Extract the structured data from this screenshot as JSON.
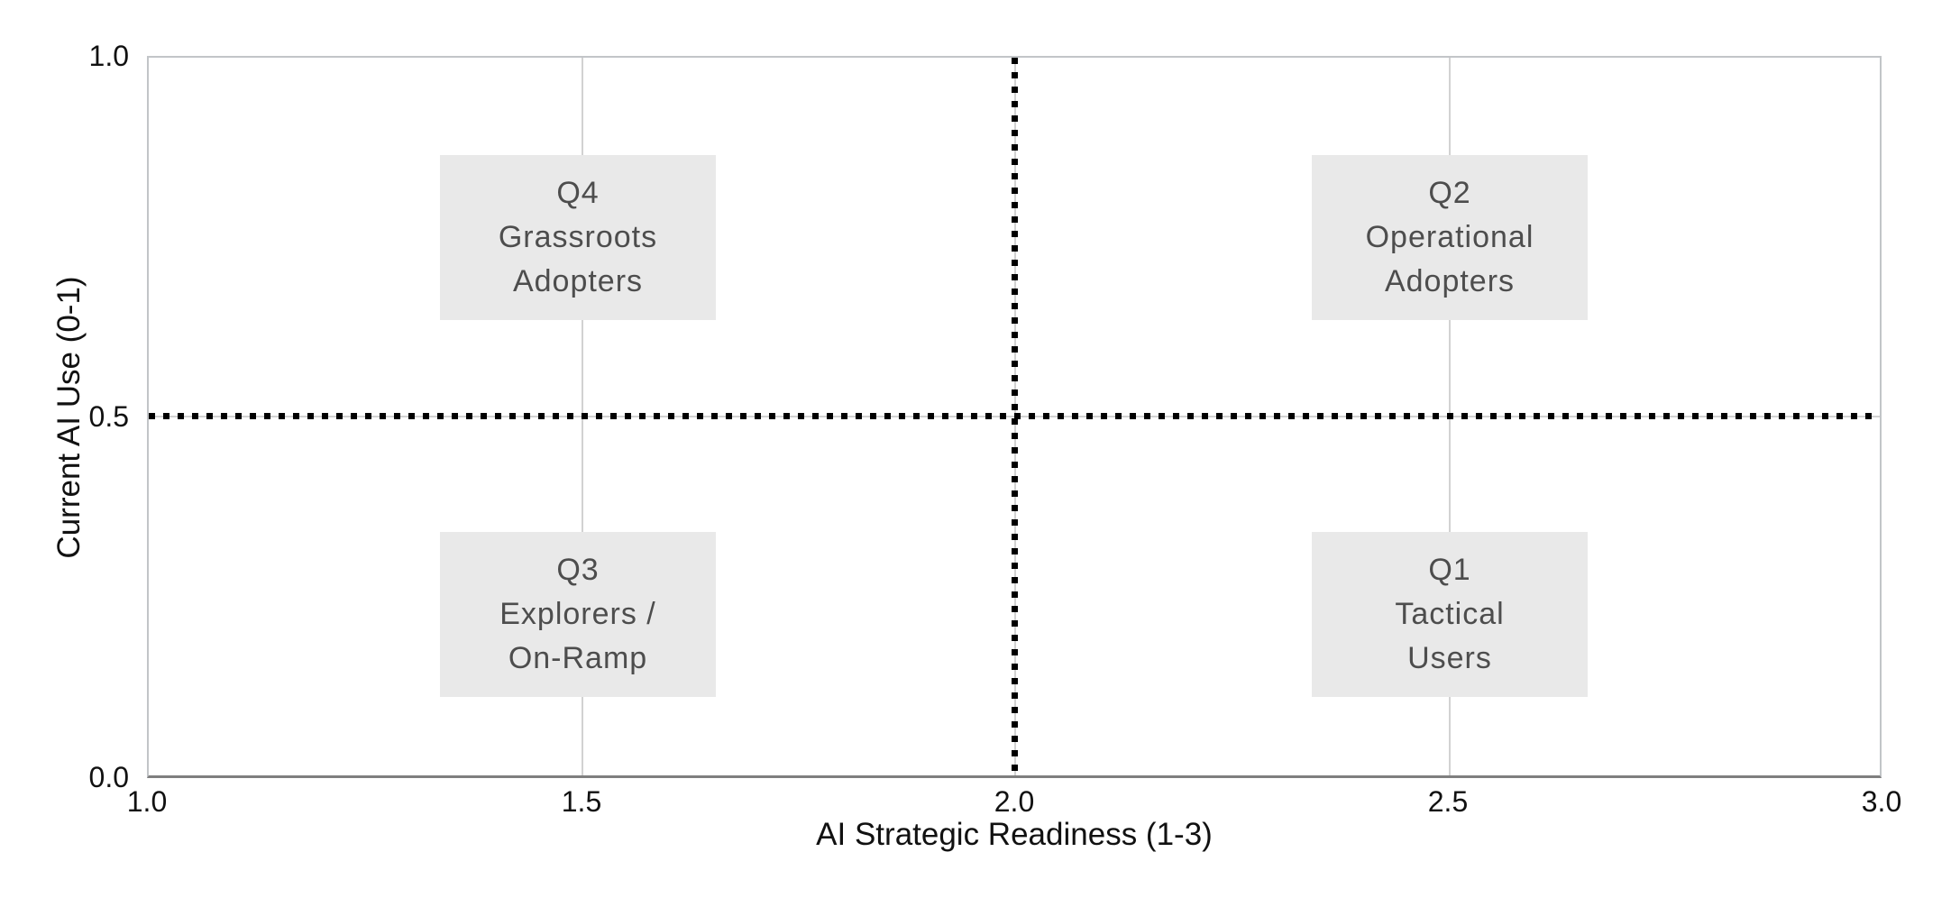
{
  "chart_data": {
    "type": "scatter",
    "subtype": "quadrant-matrix",
    "xlabel": "AI Strategic Readiness (1-3)",
    "ylabel": "Current AI Use (0-1)",
    "xlim": [
      1.0,
      3.0
    ],
    "ylim": [
      0.0,
      1.0
    ],
    "x_ticks": [
      "1.0",
      "1.5",
      "2.0",
      "2.5",
      "3.0"
    ],
    "y_ticks": [
      "0.0",
      "0.5",
      "1.0"
    ],
    "grid": "vertical gridlines at x=1.5, 2.0, 2.5; horizontal gridline at y=0.5; full frame border",
    "legend": "none",
    "threshold_lines": {
      "vertical_x": 2.0,
      "horizontal_y": 0.5,
      "style": "square-dotted",
      "color": "#000000"
    },
    "quadrants": [
      {
        "id": "Q4",
        "line1": "Grassroots",
        "line2": "Adopters",
        "x": 1.5,
        "y": 0.75,
        "position": "top-left"
      },
      {
        "id": "Q2",
        "line1": "Operational",
        "line2": "Adopters",
        "x": 2.5,
        "y": 0.75,
        "position": "top-right"
      },
      {
        "id": "Q3",
        "line1": "Explorers /",
        "line2": "On-Ramp",
        "x": 1.5,
        "y": 0.25,
        "position": "bottom-left"
      },
      {
        "id": "Q1",
        "line1": "Tactical",
        "line2": "Users",
        "x": 2.5,
        "y": 0.25,
        "position": "bottom-right"
      }
    ],
    "colors": {
      "background": "#ffffff",
      "box_fill": "#e9e9e9",
      "box_text": "#4d4d4d",
      "gridline": "#d2d2d2",
      "frame_border": "#c2c5c8",
      "bottom_axis": "#7f7f7f",
      "tick_text": "#111111",
      "threshold_line": "#000000"
    }
  }
}
